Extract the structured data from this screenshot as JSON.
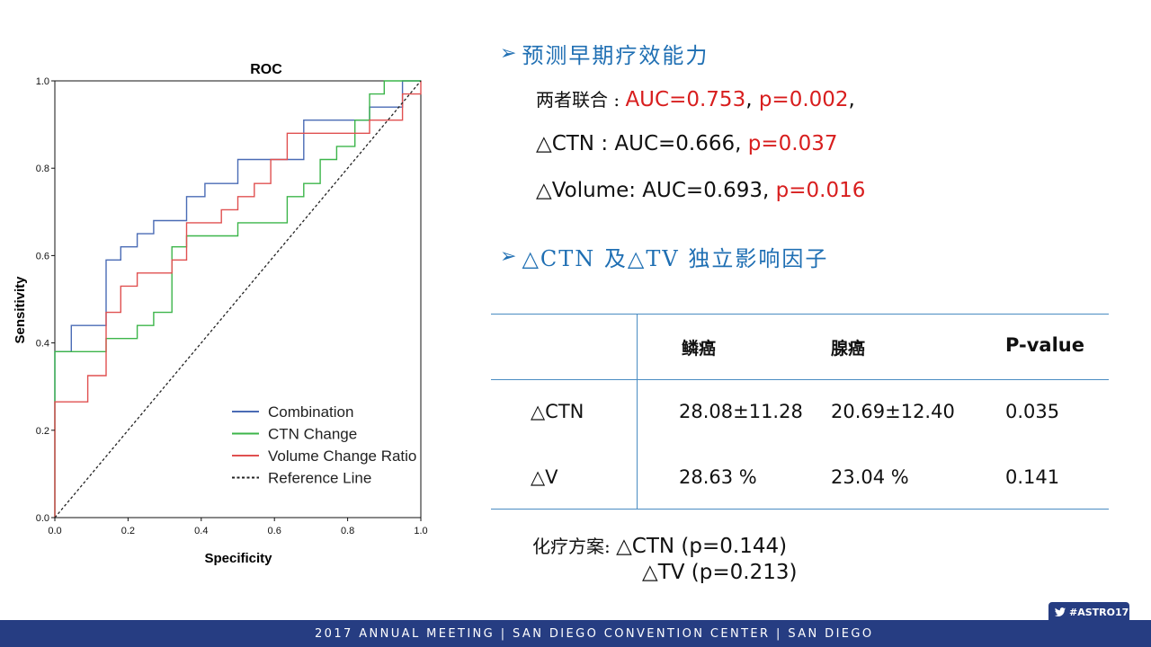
{
  "chart_data": {
    "type": "line",
    "title": "ROC",
    "xlabel": "Specificity",
    "ylabel": "Sensitivity",
    "xlim": [
      0,
      1
    ],
    "ylim": [
      0,
      1
    ],
    "x_ticks": [
      "0.0",
      "0.2",
      "0.4",
      "0.6",
      "0.8",
      "1.0"
    ],
    "y_ticks": [
      "0.0",
      "0.2",
      "0.4",
      "0.6",
      "0.8",
      "1.0"
    ],
    "legend_position": "bottom-right",
    "series": [
      {
        "name": "Combination",
        "color": "#4a6bb5",
        "points": [
          [
            0,
            0
          ],
          [
            0,
            0.38
          ],
          [
            0.045,
            0.38
          ],
          [
            0.045,
            0.44
          ],
          [
            0.14,
            0.44
          ],
          [
            0.14,
            0.59
          ],
          [
            0.18,
            0.59
          ],
          [
            0.18,
            0.62
          ],
          [
            0.225,
            0.62
          ],
          [
            0.225,
            0.65
          ],
          [
            0.27,
            0.65
          ],
          [
            0.27,
            0.68
          ],
          [
            0.36,
            0.68
          ],
          [
            0.36,
            0.735
          ],
          [
            0.41,
            0.735
          ],
          [
            0.41,
            0.765
          ],
          [
            0.5,
            0.765
          ],
          [
            0.5,
            0.82
          ],
          [
            0.68,
            0.82
          ],
          [
            0.68,
            0.91
          ],
          [
            0.86,
            0.91
          ],
          [
            0.86,
            0.94
          ],
          [
            0.95,
            0.94
          ],
          [
            0.95,
            1
          ],
          [
            1,
            1
          ]
        ]
      },
      {
        "name": "CTN Change",
        "color": "#3cb54a",
        "points": [
          [
            0,
            0
          ],
          [
            0,
            0.38
          ],
          [
            0.14,
            0.38
          ],
          [
            0.14,
            0.41
          ],
          [
            0.225,
            0.41
          ],
          [
            0.225,
            0.44
          ],
          [
            0.27,
            0.44
          ],
          [
            0.27,
            0.47
          ],
          [
            0.32,
            0.47
          ],
          [
            0.32,
            0.62
          ],
          [
            0.36,
            0.62
          ],
          [
            0.36,
            0.645
          ],
          [
            0.5,
            0.645
          ],
          [
            0.5,
            0.675
          ],
          [
            0.635,
            0.675
          ],
          [
            0.635,
            0.735
          ],
          [
            0.68,
            0.735
          ],
          [
            0.68,
            0.765
          ],
          [
            0.725,
            0.765
          ],
          [
            0.725,
            0.82
          ],
          [
            0.77,
            0.82
          ],
          [
            0.77,
            0.85
          ],
          [
            0.82,
            0.85
          ],
          [
            0.82,
            0.91
          ],
          [
            0.86,
            0.91
          ],
          [
            0.86,
            0.97
          ],
          [
            0.9,
            0.97
          ],
          [
            0.9,
            1
          ],
          [
            1,
            1
          ]
        ]
      },
      {
        "name": "Volume Change Ratio",
        "color": "#e05050",
        "points": [
          [
            0,
            0
          ],
          [
            0,
            0.265
          ],
          [
            0.09,
            0.265
          ],
          [
            0.09,
            0.325
          ],
          [
            0.14,
            0.325
          ],
          [
            0.14,
            0.47
          ],
          [
            0.18,
            0.47
          ],
          [
            0.18,
            0.53
          ],
          [
            0.225,
            0.53
          ],
          [
            0.225,
            0.56
          ],
          [
            0.32,
            0.56
          ],
          [
            0.32,
            0.59
          ],
          [
            0.36,
            0.59
          ],
          [
            0.36,
            0.675
          ],
          [
            0.455,
            0.675
          ],
          [
            0.455,
            0.705
          ],
          [
            0.5,
            0.705
          ],
          [
            0.5,
            0.735
          ],
          [
            0.545,
            0.735
          ],
          [
            0.545,
            0.765
          ],
          [
            0.59,
            0.765
          ],
          [
            0.59,
            0.82
          ],
          [
            0.635,
            0.82
          ],
          [
            0.635,
            0.88
          ],
          [
            0.86,
            0.88
          ],
          [
            0.86,
            0.91
          ],
          [
            0.95,
            0.91
          ],
          [
            0.95,
            0.97
          ],
          [
            1,
            0.97
          ],
          [
            1,
            1
          ]
        ]
      },
      {
        "name": "Reference Line",
        "color": "#222222",
        "dashed": true,
        "points": [
          [
            0,
            0
          ],
          [
            1,
            1
          ]
        ]
      }
    ]
  },
  "headings": {
    "early_response": "预测早期疗效能力",
    "independent_factors": "△CTN 及△TV 独立影响因子"
  },
  "auc": {
    "combined_label": "两者联合 : ",
    "combined_auc": "AUC=0.753",
    "combined_sep": ", ",
    "combined_p": "p=0.002",
    "combined_end": ",",
    "ctn_label": "△CTN :  AUC=0.666, ",
    "ctn_p": "p=0.037",
    "vol_label": "△Volume:   AUC=0.693, ",
    "vol_p": "p=0.016"
  },
  "table": {
    "headers": [
      "",
      "鳞癌",
      "腺癌",
      "P-value"
    ],
    "rows": [
      {
        "label": "△CTN",
        "squamous": "28.08±11.28",
        "adeno": "20.69±12.40",
        "p": "0.035"
      },
      {
        "label": "△V",
        "squamous": "28.63 %",
        "adeno": "23.04 %",
        "p": "0.141"
      }
    ]
  },
  "chemo": {
    "label": "化疗方案: ",
    "ctn": "△CTN (p=0.144)",
    "tv": "△TV    (p=0.213)"
  },
  "footer": {
    "text": "2017 ANNUAL MEETING  |  SAN DIEGO CONVENTION CENTER  |  SAN DIEGO",
    "hashtag": "#ASTRO17"
  },
  "colors": {
    "heading_blue": "#1f6fb3",
    "highlight_red": "#d81e1e",
    "footer_navy": "#263d82"
  }
}
